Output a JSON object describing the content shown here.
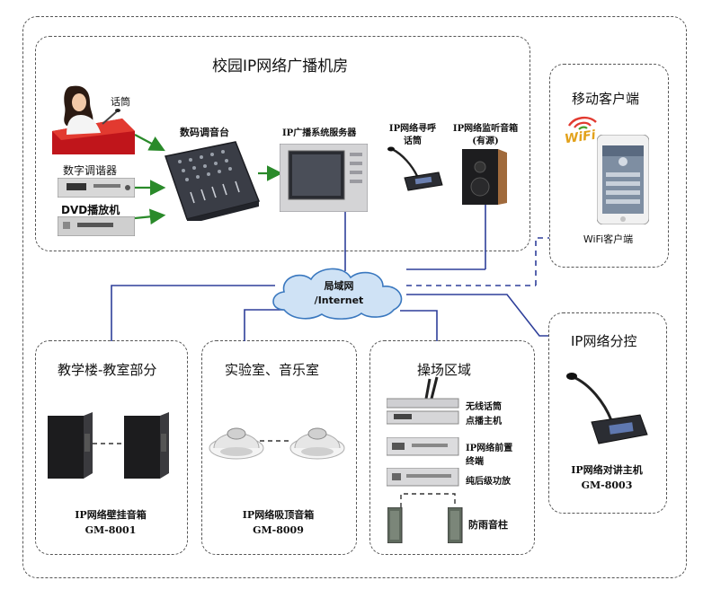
{
  "main_room": {
    "title": "校园IP网络广播机房",
    "microphone_label": "话筒",
    "tuner_label": "数字调谐器",
    "dvd_label": "DVD播放机",
    "mixer_label": "数码调音台",
    "server_label": "IP广播系统服务器",
    "paging_mic_label": [
      "IP网络寻呼",
      "话筒"
    ],
    "monitor_speaker_label": [
      "IP网络监听音箱",
      "(有源)"
    ]
  },
  "mobile": {
    "title": "移动客户端",
    "wifi_text": "WiFi",
    "caption": "WiFi客户端"
  },
  "network": {
    "cloud_label": [
      "局域网",
      "/Internet"
    ]
  },
  "ip_control": {
    "title": "IP网络分控",
    "caption": [
      "IP网络对讲主机",
      "GM-8003"
    ]
  },
  "classroom": {
    "title": "教学楼-教室部分",
    "caption": [
      "IP网络壁挂音箱",
      "GM-8001"
    ]
  },
  "lab": {
    "title": "实验室、音乐室",
    "caption": [
      "IP网络吸顶音箱",
      "GM-8009"
    ]
  },
  "playground": {
    "title": "操场区域",
    "wireless_label": [
      "无线话筒",
      "点播主机"
    ],
    "terminal_label": [
      "IP网络前置",
      "终端"
    ],
    "amp_label": "纯后级功放",
    "column_label": "防雨音柱"
  },
  "colors": {
    "wire_blue": "#2e3f9a",
    "arrow_green": "#2a8a2a",
    "cloud_fill": "#cfe2f5",
    "cloud_stroke": "#3a78bf",
    "frame_dash": "#555555"
  }
}
